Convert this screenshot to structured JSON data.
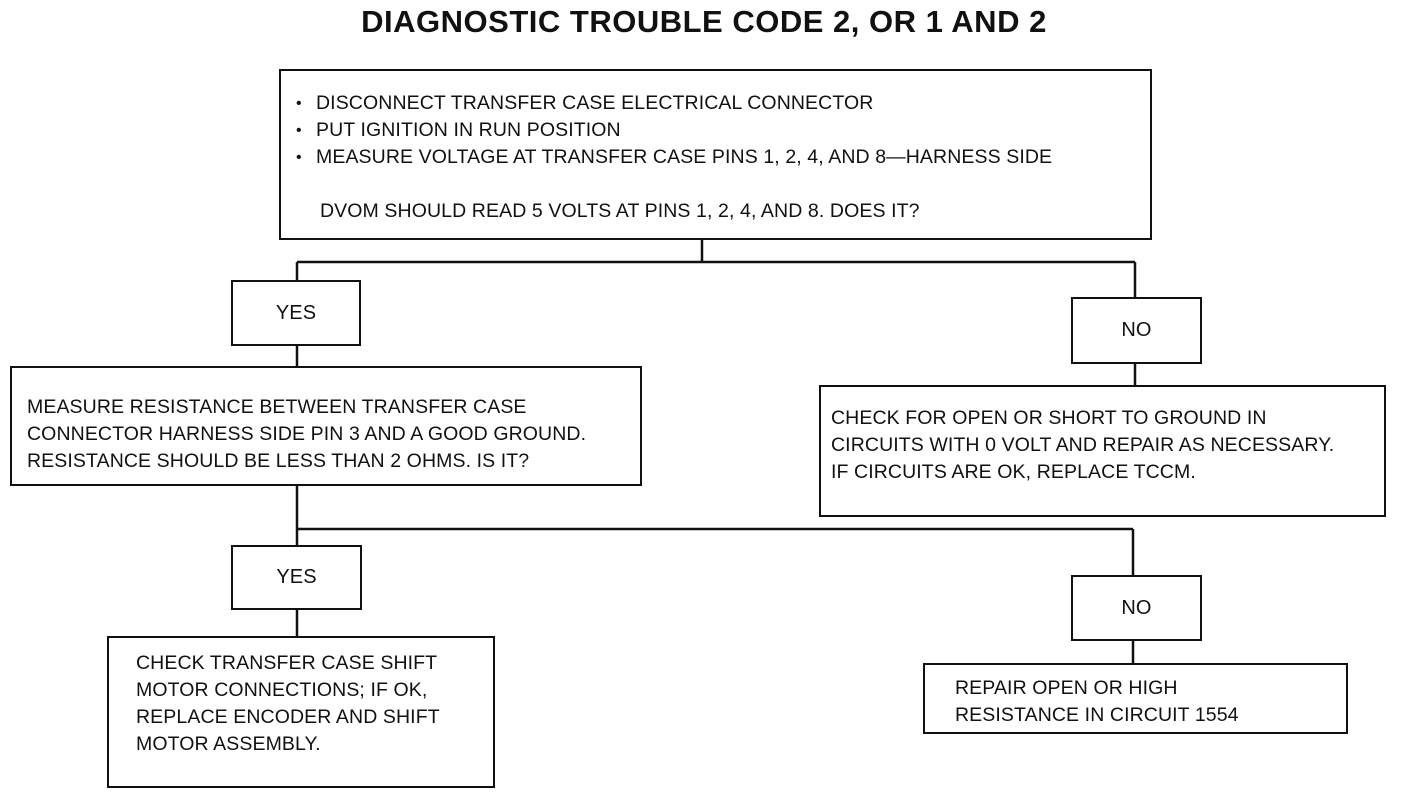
{
  "title": "DIAGNOSTIC TROUBLE CODE 2, OR 1 AND 2",
  "start_box": {
    "bullets": [
      "DISCONNECT TRANSFER CASE ELECTRICAL CONNECTOR",
      "PUT IGNITION IN RUN POSITION",
      "MEASURE VOLTAGE AT TRANSFER CASE PINS 1, 2, 4,  AND 8—HARNESS SIDE"
    ],
    "question": "DVOM SHOULD READ 5 VOLTS AT PINS 1, 2, 4, AND 8.  DOES IT?"
  },
  "branch_1": {
    "yes_label": "YES",
    "no_label": "NO",
    "yes_box": {
      "lines": [
        "MEASURE RESISTANCE BETWEEN TRANSFER CASE",
        "CONNECTOR HARNESS SIDE PIN 3 AND A GOOD GROUND.",
        "RESISTANCE SHOULD BE LESS THAN 2 OHMS. IS IT?"
      ]
    },
    "no_box": {
      "lines": [
        "CHECK FOR OPEN OR SHORT TO GROUND IN",
        "CIRCUITS WITH 0 VOLT AND REPAIR AS NECESSARY.",
        "IF CIRCUITS ARE OK, REPLACE TCCM."
      ]
    }
  },
  "branch_2": {
    "yes_label": "YES",
    "no_label": "NO",
    "yes_box": {
      "lines": [
        "CHECK TRANSFER CASE SHIFT",
        "MOTOR CONNECTIONS; IF OK,",
        "REPLACE ENCODER AND SHIFT",
        "MOTOR ASSEMBLY."
      ]
    },
    "no_box": {
      "lines": [
        "REPAIR OPEN OR HIGH",
        "RESISTANCE IN CIRCUIT 1554"
      ]
    }
  },
  "bullet_glyph": "•",
  "line_color": "#111111"
}
